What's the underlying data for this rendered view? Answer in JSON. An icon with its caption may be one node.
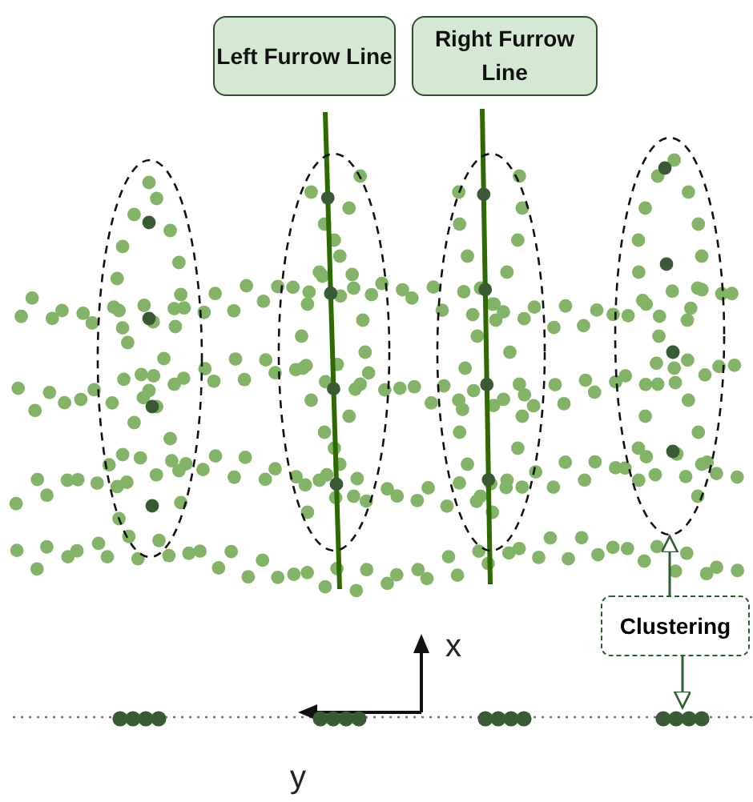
{
  "diagram": {
    "nodes": [
      {
        "text": [
          "Left Furrow Line"
        ]
      },
      {
        "text": [
          "Right Furrow Line"
        ]
      },
      {
        "text": [],
        "shape": "ellipse"
      },
      {
        "text": [],
        "shape": "ellipse"
      },
      {
        "text": [],
        "shape": "ellipse"
      },
      {
        "text": [],
        "shape": "ellipse"
      },
      {
        "text": [
          "Clustering"
        ]
      },
      {
        "text": [],
        "shape": "dots"
      },
      {
        "text": [],
        "shape": "dots"
      },
      {
        "text": [],
        "shape": "dots"
      },
      {
        "text": [],
        "shape": "dots"
      }
    ],
    "edges": [
      {
        "from": 6,
        "to": 5,
        "arrow": "to"
      },
      {
        "from": 6,
        "to": 10,
        "arrow": "to"
      }
    ],
    "labels": [
      "x",
      "y"
    ]
  }
}
